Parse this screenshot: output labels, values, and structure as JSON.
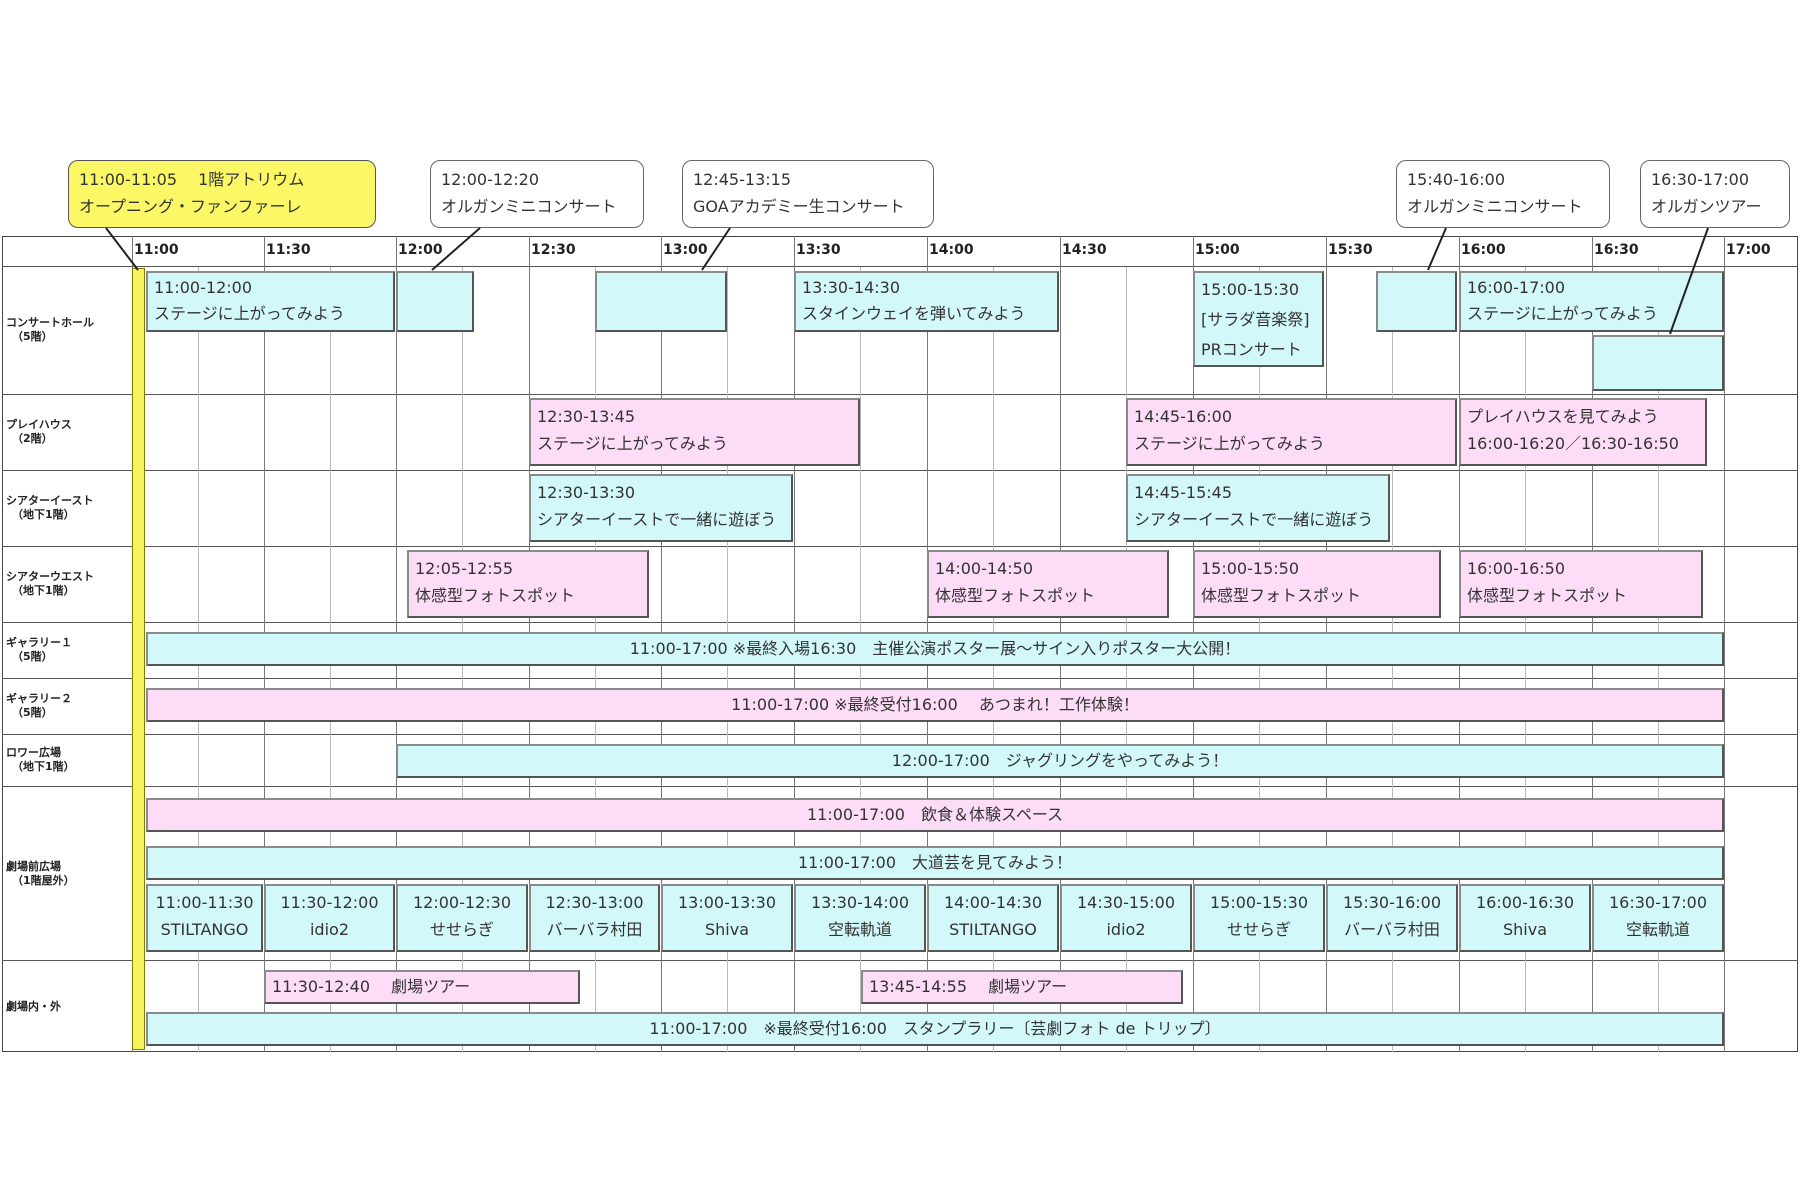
{
  "times": [
    "11:00",
    "11:30",
    "12:00",
    "12:30",
    "13:00",
    "13:30",
    "14:00",
    "14:30",
    "15:00",
    "15:30",
    "16:00",
    "16:30",
    "17:00"
  ],
  "rooms": [
    {
      "name": "コンサートホール",
      "sub": "（5階）"
    },
    {
      "name": "プレイハウス",
      "sub": "（2階）"
    },
    {
      "name": "シアターイースト",
      "sub": "（地下1階）"
    },
    {
      "name": "シアターウエスト",
      "sub": "（地下1階）"
    },
    {
      "name": "ギャラリー１",
      "sub": "（5階）"
    },
    {
      "name": "ギャラリー２",
      "sub": "（5階）"
    },
    {
      "name": "ロワー広場",
      "sub": "（地下1階）"
    },
    {
      "name": "劇場前広場",
      "sub": "（1階屋外）"
    },
    {
      "name": "劇場内・外",
      "sub": ""
    }
  ],
  "callouts": [
    {
      "line1": "11:00-11:05　 1階アトリウム",
      "line2": "オープニング・ファンファーレ"
    },
    {
      "line1": "12:00-12:20",
      "line2": "オルガンミニコンサート"
    },
    {
      "line1": "12:45-13:15",
      "line2": "GOAアカデミー生コンサート"
    },
    {
      "line1": "15:40-16:00",
      "line2": "オルガンミニコンサート"
    },
    {
      "line1": "16:30-17:00",
      "line2": "オルガンツアー"
    }
  ],
  "concert": [
    {
      "l1": "11:00-12:00",
      "l2": "ステージに上がってみよう"
    },
    {
      "l1": "13:30-14:30",
      "l2": "スタインウェイを弾いてみよう"
    },
    {
      "l1": "15:00-15:30",
      "l2": "[サラダ音楽祭]",
      "l3": "PRコンサート"
    },
    {
      "l1": "16:00-17:00",
      "l2": "ステージに上がってみよう"
    }
  ],
  "playhouse": [
    {
      "l1": "12:30-13:45",
      "l2": "ステージに上がってみよう"
    },
    {
      "l1": "14:45-16:00",
      "l2": "ステージに上がってみよう"
    },
    {
      "l1": "プレイハウスを見てみよう",
      "l2": "16:00-16:20／16:30-16:50"
    }
  ],
  "east": [
    {
      "l1": "12:30-13:30",
      "l2": "シアターイーストで一緒に遊ぼう"
    },
    {
      "l1": "14:45-15:45",
      "l2": "シアターイーストで一緒に遊ぼう"
    }
  ],
  "west": [
    {
      "l1": "12:05-12:55",
      "l2": "体感型フォトスポット"
    },
    {
      "l1": "14:00-14:50",
      "l2": "体感型フォトスポット"
    },
    {
      "l1": "15:00-15:50",
      "l2": "体感型フォトスポット"
    },
    {
      "l1": "16:00-16:50",
      "l2": "体感型フォトスポット"
    }
  ],
  "gallery1": "11:00-17:00 ※最終入場16:30　主催公演ポスター展～サイン入りポスター大公開！",
  "gallery2": "11:00-17:00 ※最終受付16:00　 あつまれ！工作体験！",
  "lower": "12:00-17:00　ジャグリングをやってみよう！",
  "plaza_food": "11:00-17:00　飲食＆体験スペース",
  "plaza_street": "11:00-17:00　大道芸を見てみよう！",
  "performers": [
    {
      "t": "11:00-11:30",
      "n": "STILTANGO"
    },
    {
      "t": "11:30-12:00",
      "n": "idio2"
    },
    {
      "t": "12:00-12:30",
      "n": "せせらぎ"
    },
    {
      "t": "12:30-13:00",
      "n": "バーバラ村田"
    },
    {
      "t": "13:00-13:30",
      "n": "Shiva"
    },
    {
      "t": "13:30-14:00",
      "n": "空転軌道"
    },
    {
      "t": "14:00-14:30",
      "n": "STILTANGO"
    },
    {
      "t": "14:30-15:00",
      "n": "idio2"
    },
    {
      "t": "15:00-15:30",
      "n": "せせらぎ"
    },
    {
      "t": "15:30-16:00",
      "n": "バーバラ村田"
    },
    {
      "t": "16:00-16:30",
      "n": "Shiva"
    },
    {
      "t": "16:30-17:00",
      "n": "空転軌道"
    }
  ],
  "tour1": "11:30-12:40　  劇場ツアー",
  "tour2": "13:45-14:55　  劇場ツアー",
  "stamp": "11:00-17:00　※最終受付16:00　スタンプラリー〔芸劇フォト de トリップ〕",
  "colors": {
    "cyan": "#d3f8fa",
    "pink": "#fddcf8",
    "yellow": "#fcf865"
  }
}
